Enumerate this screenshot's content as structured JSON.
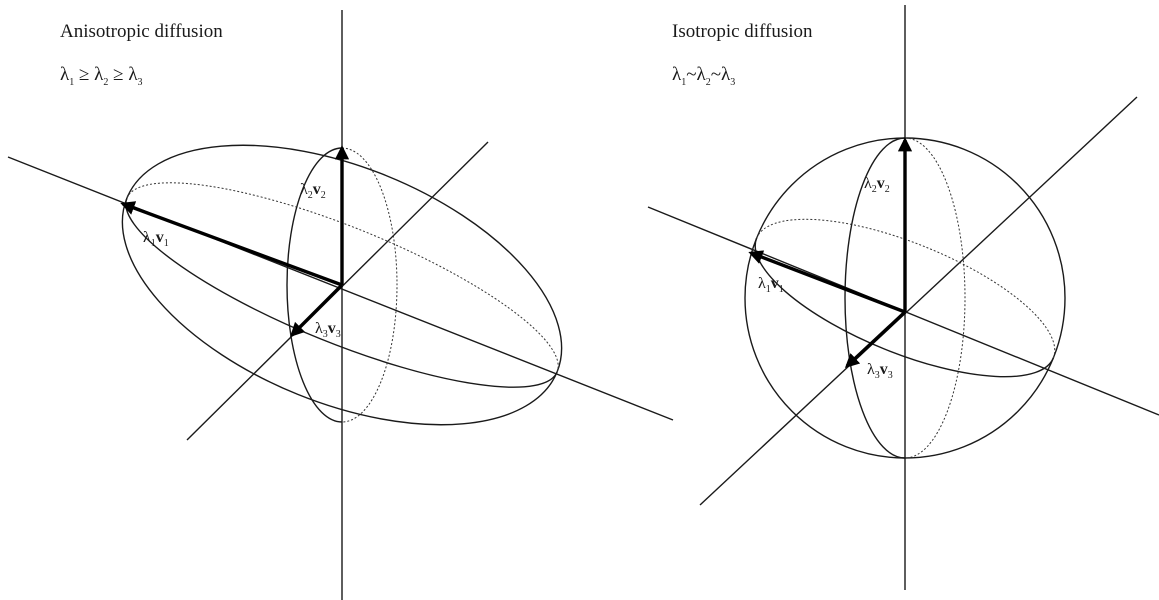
{
  "panels": [
    {
      "title": "Anisotropic diffusion",
      "relation": {
        "l1": "λ",
        "s1": "1",
        "op1": " ≥ ",
        "l2": "λ",
        "s2": "2",
        "op2": " ≥ ",
        "l3": "λ",
        "s3": "3"
      },
      "vectors": [
        {
          "lam": "λ",
          "sub": "1",
          "vec": "v",
          "vsub": "1"
        },
        {
          "lam": "λ",
          "sub": "2",
          "vec": "v",
          "vsub": "2"
        },
        {
          "lam": "λ",
          "sub": "3",
          "vec": "v",
          "vsub": "3"
        }
      ]
    },
    {
      "title": "Isotropic diffusion",
      "relation": {
        "l1": "λ",
        "s1": "1",
        "op1": "~",
        "l2": "λ",
        "s2": "2",
        "op2": "~",
        "l3": "λ",
        "s3": "3"
      },
      "vectors": [
        {
          "lam": "λ",
          "sub": "1",
          "vec": "v",
          "vsub": "1"
        },
        {
          "lam": "λ",
          "sub": "2",
          "vec": "v",
          "vsub": "2"
        },
        {
          "lam": "λ",
          "sub": "3",
          "vec": "v",
          "vsub": "3"
        }
      ]
    }
  ]
}
